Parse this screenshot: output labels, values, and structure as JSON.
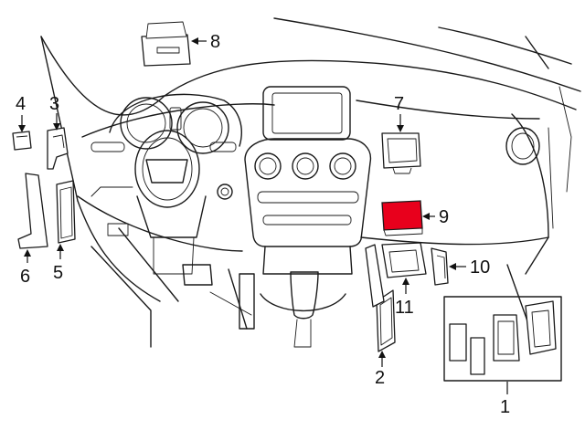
{
  "callouts": [
    {
      "id": "1",
      "label": "1"
    },
    {
      "id": "2",
      "label": "2"
    },
    {
      "id": "3",
      "label": "3"
    },
    {
      "id": "4",
      "label": "4"
    },
    {
      "id": "5",
      "label": "5"
    },
    {
      "id": "6",
      "label": "6"
    },
    {
      "id": "7",
      "label": "7"
    },
    {
      "id": "8",
      "label": "8"
    },
    {
      "id": "9",
      "label": "9"
    },
    {
      "id": "10",
      "label": "10"
    },
    {
      "id": "11",
      "label": "11"
    }
  ],
  "colors": {
    "line": "#1a1a1a",
    "highlight": "#e8001c",
    "background": "#ffffff"
  }
}
